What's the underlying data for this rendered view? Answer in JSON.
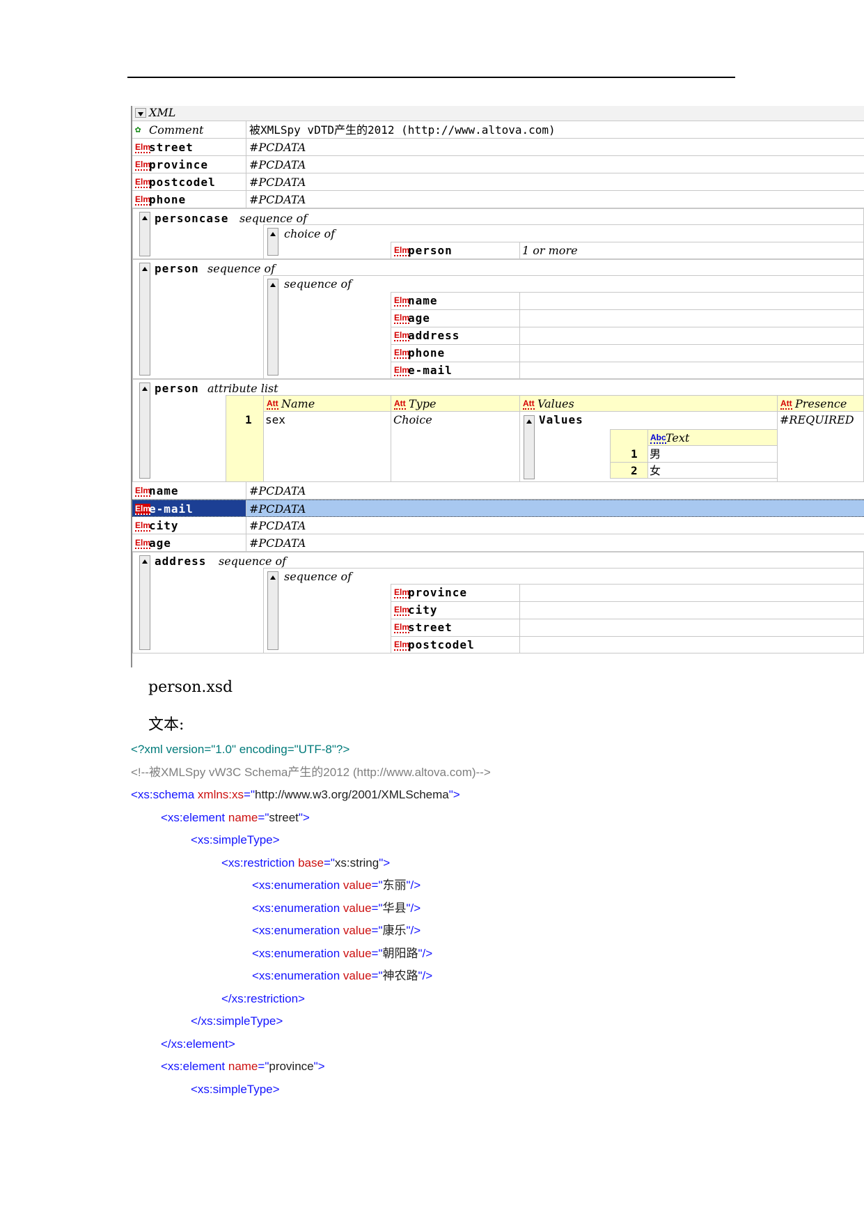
{
  "grid": {
    "header": "XML",
    "comment": {
      "label": "Comment",
      "value": "被XMLSpy vDTD产生的2012 (http://www.altova.com)"
    },
    "elm_badge": "Elm",
    "att_badge": "Att",
    "abc_badge": "Abc",
    "top_elements": [
      {
        "name": "street",
        "value": "#PCDATA"
      },
      {
        "name": "province",
        "value": "#PCDATA"
      },
      {
        "name": "postcodel",
        "value": "#PCDATA"
      },
      {
        "name": "phone",
        "value": "#PCDATA"
      }
    ],
    "personcase": {
      "name": "personcase",
      "kind": "sequence of",
      "choice": "choice of",
      "child": "person",
      "occurs": "1 or more"
    },
    "person_seq": {
      "name": "person",
      "kind": "sequence of",
      "inner": "sequence of",
      "children": [
        "name",
        "age",
        "address",
        "phone",
        "e-mail"
      ]
    },
    "person_att": {
      "name": "person",
      "kind": "attribute list",
      "columns": [
        "Name",
        "Type",
        "Values",
        "Presence"
      ],
      "row_index": "1",
      "att_name": "sex",
      "att_type": "Choice",
      "values_label": "Values",
      "presence": "#REQUIRED",
      "text_header": "Text",
      "values": [
        {
          "i": "1",
          "v": "男"
        },
        {
          "i": "2",
          "v": "女"
        }
      ]
    },
    "mid_elements": [
      {
        "name": "name",
        "value": "#PCDATA"
      },
      {
        "name": "e-mail",
        "value": "#PCDATA"
      },
      {
        "name": "city",
        "value": "#PCDATA"
      },
      {
        "name": "age",
        "value": "#PCDATA"
      }
    ],
    "address": {
      "name": "address",
      "kind": "sequence of",
      "inner": "sequence of",
      "children": [
        "province",
        "city",
        "street",
        "postcodel"
      ]
    }
  },
  "caption1": "person.xsd",
  "caption2": "文本:",
  "code": [
    "<?xml version=\"1.0\" encoding=\"UTF-8\"?>",
    "<!--被XMLSpy vW3C Schema产生的2012 (http://www.altova.com)-->",
    "<xs:schema",
    " xmlns:xs",
    "=\"",
    "http://www.w3.org/2001/XMLSchema",
    "\">",
    "<xs:element",
    " name",
    "street",
    "<xs:simpleType>",
    "<xs:restriction",
    " base",
    "xs:string",
    "<xs:enumeration",
    " value",
    "东丽",
    "华县",
    "康乐",
    "朝阳路",
    "神农路",
    "</xs:restriction>",
    "</xs:simpleType>",
    "</xs:element>",
    "province",
    "\"/>",
    "\">"
  ]
}
